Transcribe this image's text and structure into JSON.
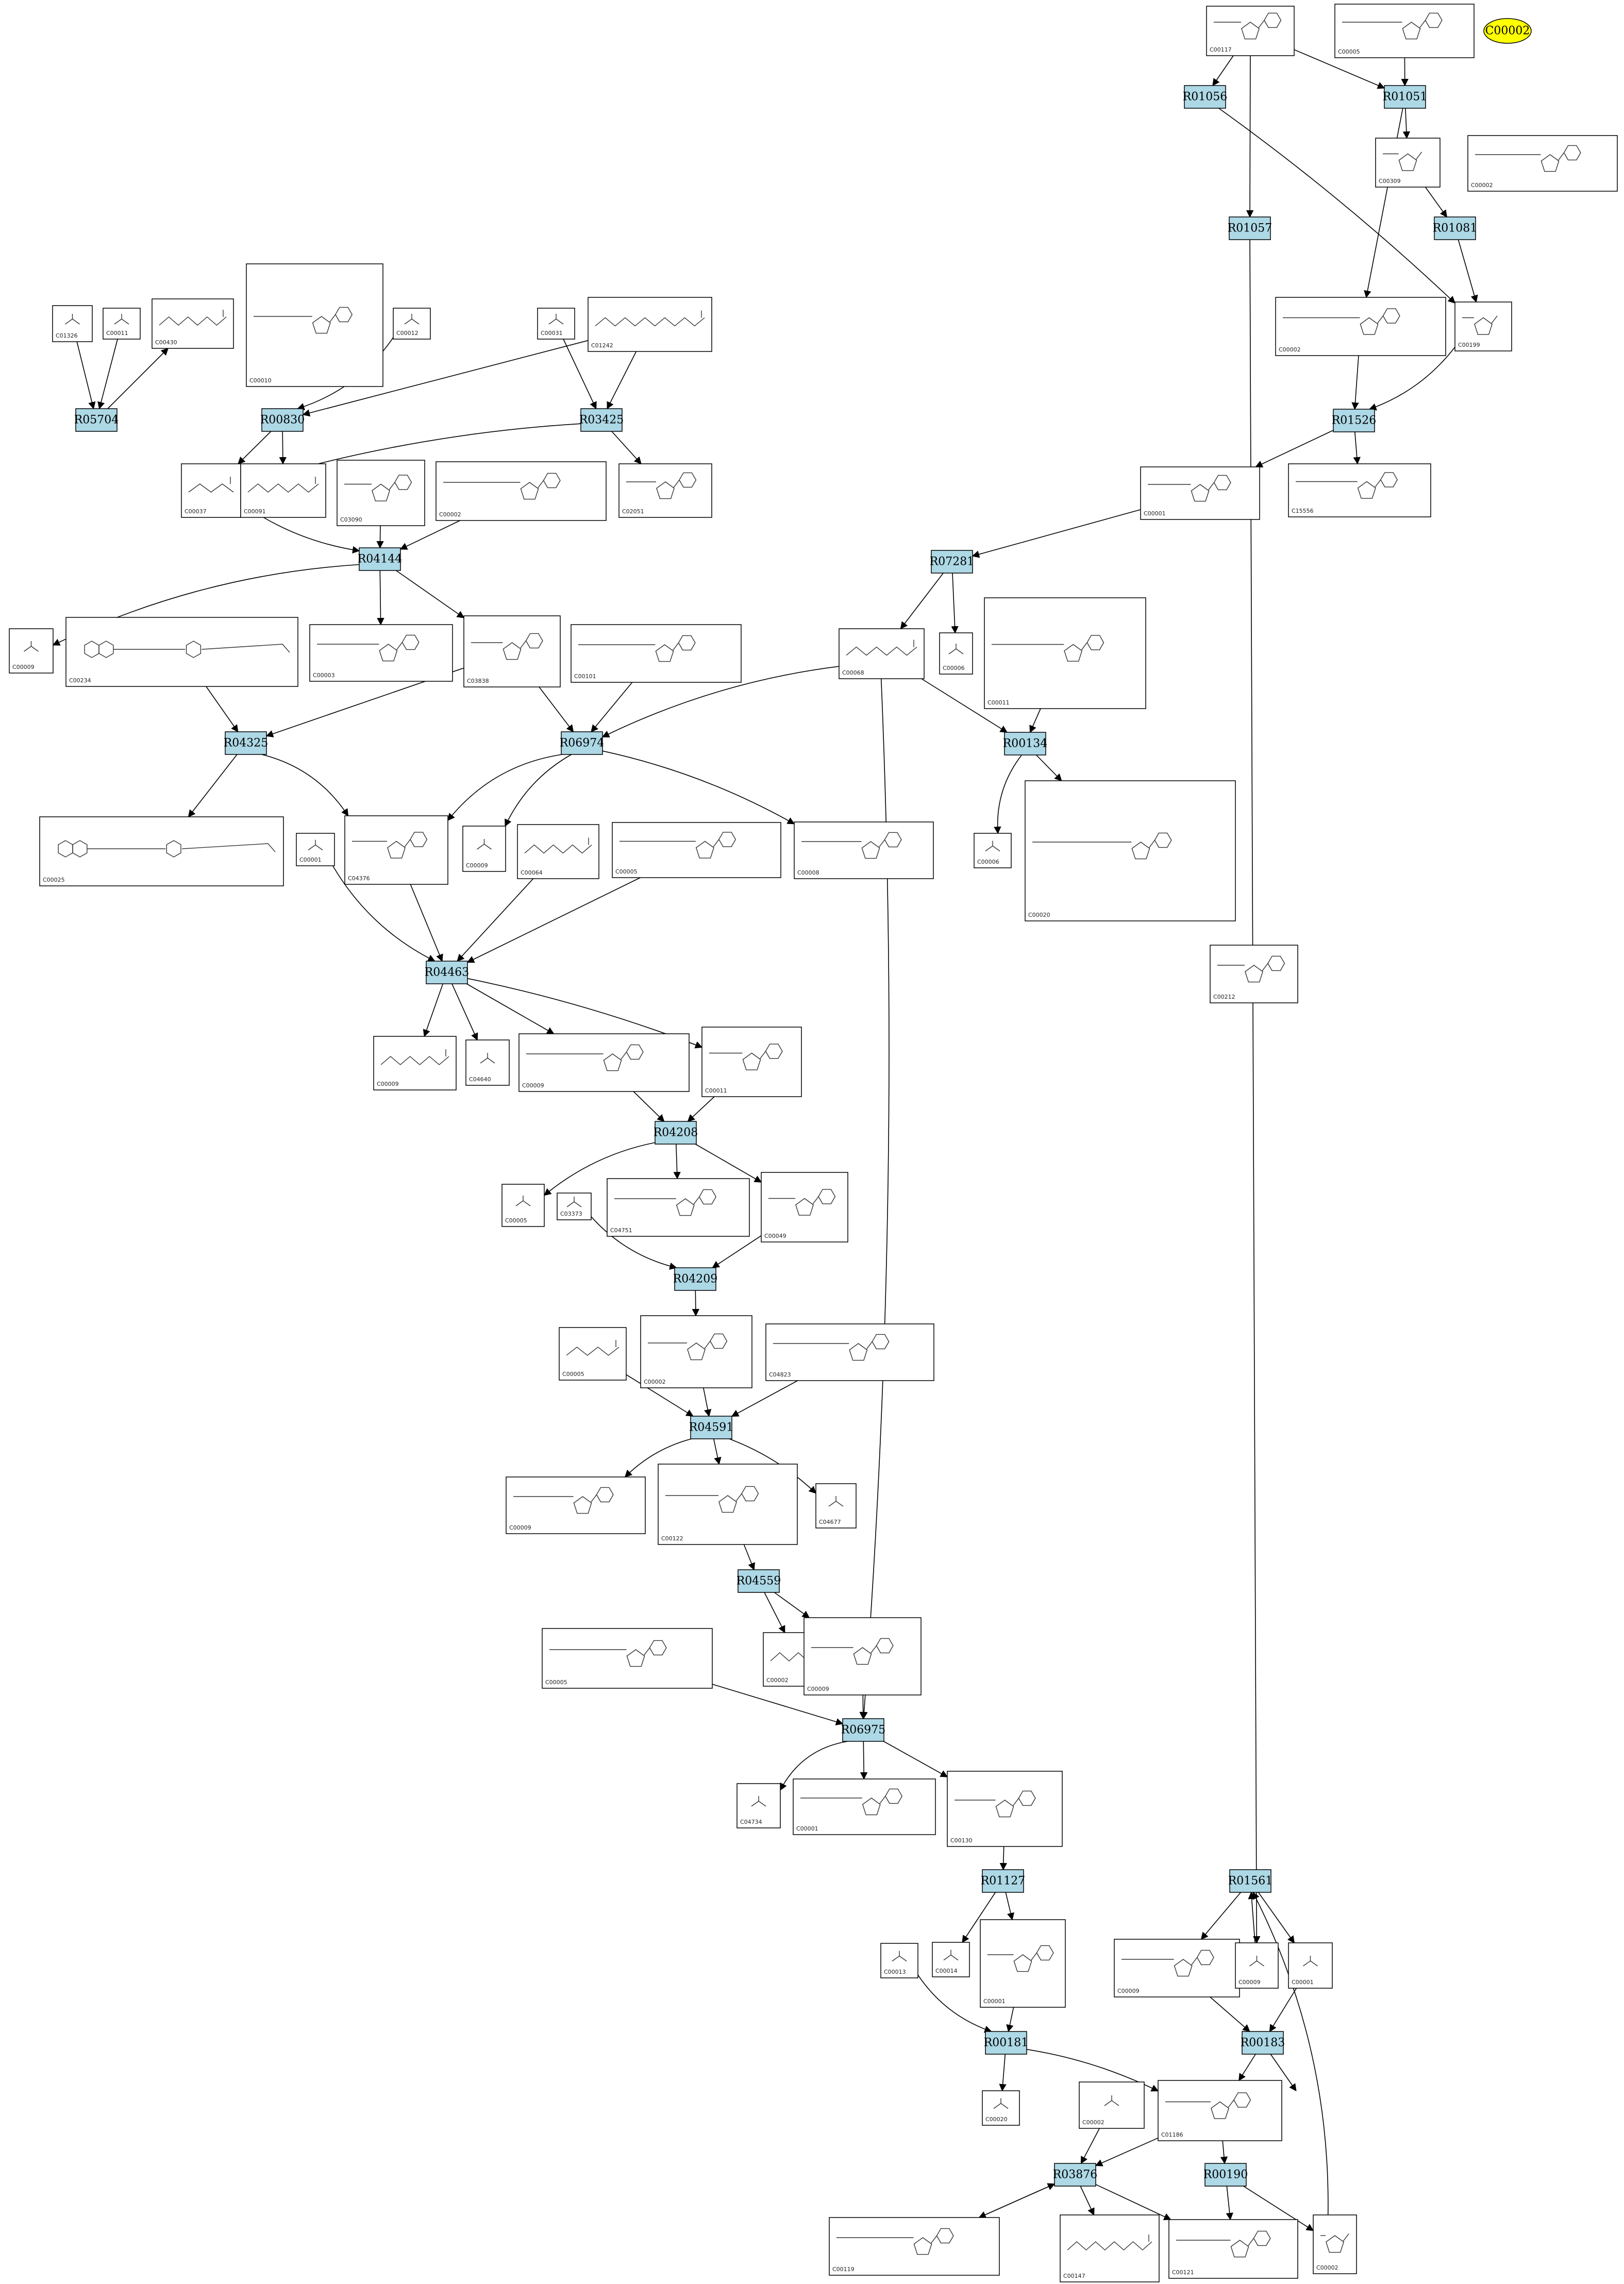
{
  "reactions": [
    "R05704",
    "R00830",
    "R03425",
    "R04144",
    "R04325",
    "R06974",
    "R04463",
    "R04208",
    "R04209",
    "R04591",
    "R04559",
    "R06975",
    "R01127",
    "R00181",
    "R03876",
    "R01056",
    "R01051",
    "R01057",
    "R01081",
    "R01526",
    "R07281",
    "R00134",
    "R01561",
    "R00183",
    "R00190"
  ],
  "compound_ids": [
    "C00117",
    "C00005",
    "C00002",
    "C01326",
    "C00011",
    "C00430",
    "C00010",
    "C00012",
    "C00031",
    "C01242",
    "C00037",
    "C00091",
    "C03090",
    "C00002",
    "C02051",
    "C00009",
    "C00234",
    "C00003",
    "C03838",
    "C00101",
    "C00001",
    "C04376",
    "C00009",
    "C00064",
    "C00005",
    "C00008",
    "C00025",
    "C00009",
    "C04640",
    "C00009",
    "C00011",
    "C00005",
    "C03373",
    "C04751",
    "C00049",
    "C00002",
    "C00005",
    "C04823",
    "C00009",
    "C00122",
    "C04677",
    "C00002",
    "C00009",
    "C00005",
    "C04734",
    "C00001",
    "C00130",
    "C00014",
    "C00001",
    "C00013",
    "C00020",
    "C00002",
    "C01186",
    "C00119",
    "C00147",
    "C00121",
    "C00002",
    "C00309",
    "C00002",
    "C00199",
    "C00001",
    "C15556",
    "C00068",
    "C00006",
    "C00011",
    "C00006",
    "C00020",
    "C00212",
    "C00009",
    "C00009",
    "C00001"
  ],
  "highlight": {
    "label": "C00002",
    "color": "#ffff00"
  },
  "colors": {
    "reaction_fill": "#add8e6",
    "compound_fill": "#ffffff",
    "line": "#000000"
  }
}
